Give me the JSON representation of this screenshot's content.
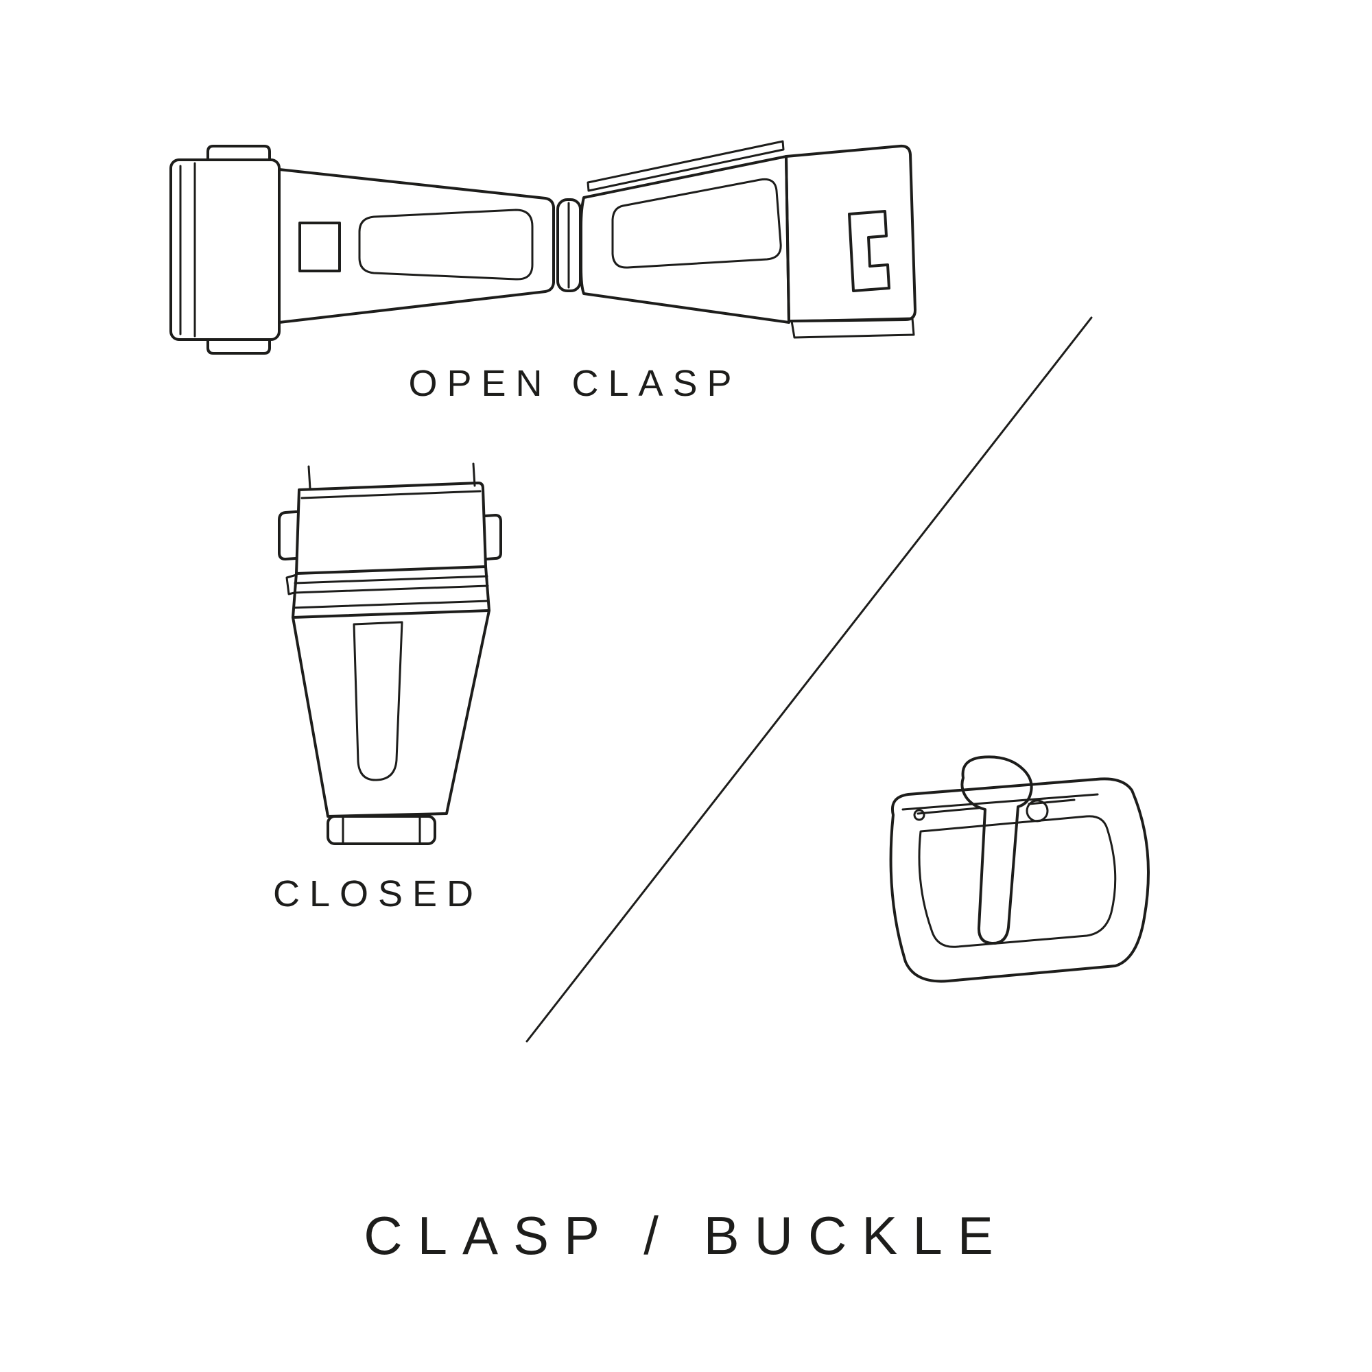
{
  "page": {
    "background": "#ffffff",
    "line_color": "#1d1d1b"
  },
  "labels": {
    "open_clasp": "OPEN CLASP",
    "closed": "CLOSED",
    "title": "CLASP / BUCKLE"
  },
  "illustrations": {
    "open_clasp": "open-deployant-clasp-line-drawing",
    "closed_clasp": "closed-clasp-line-drawing",
    "pin_buckle": "pin-buckle-line-drawing",
    "divider": "diagonal-divider-line"
  }
}
